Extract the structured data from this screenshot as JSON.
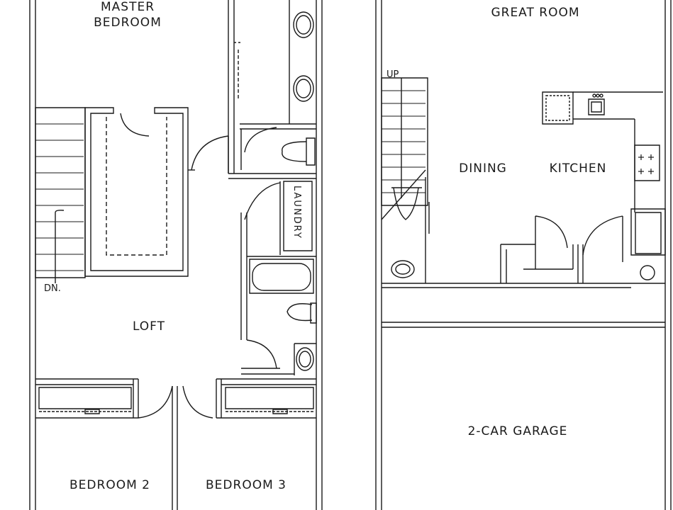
{
  "upper_floor": {
    "master_bedroom": [
      "MASTER",
      "BEDROOM"
    ],
    "loft": "LOFT",
    "laundry": "LAUNDRY",
    "bedroom_2": "BEDROOM 2",
    "bedroom_3": "BEDROOM 3",
    "stair_down": "DN."
  },
  "lower_floor": {
    "great_room": "GREAT ROOM",
    "dining": "DINING",
    "kitchen": "KITCHEN",
    "garage": "2-CAR GARAGE",
    "stair_up": "UP"
  },
  "colors": {
    "line": "#1a1a1a",
    "background": "#ffffff"
  }
}
